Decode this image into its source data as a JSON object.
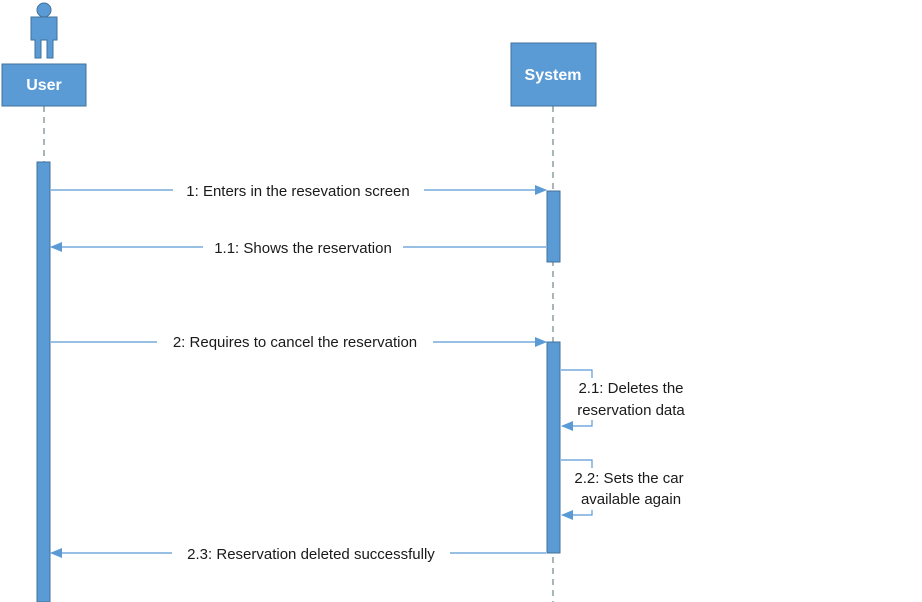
{
  "participants": {
    "user": {
      "label": "User"
    },
    "system": {
      "label": "System"
    }
  },
  "messages": [
    {
      "id": "m1",
      "label": "1: Enters in the resevation screen"
    },
    {
      "id": "m1_1",
      "label": "1.1: Shows the reservation"
    },
    {
      "id": "m2",
      "label": "2: Requires to cancel the reservation"
    },
    {
      "id": "m2_1",
      "label_line1": "2.1: Deletes the",
      "label_line2": "reservation data"
    },
    {
      "id": "m2_2",
      "label_line1": "2.2: Sets the car",
      "label_line2": "available again"
    },
    {
      "id": "m2_3",
      "label": "2.3: Reservation deleted successfully"
    }
  ],
  "colors": {
    "box_fill": "#5b9bd5",
    "box_stroke": "#41719c",
    "line": "#5b9bd5",
    "lifeline": "#8c9ea3"
  }
}
